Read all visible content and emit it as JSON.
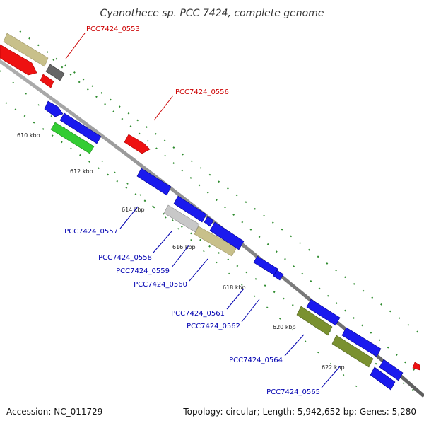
{
  "title": "Cyanothece sp. PCC 7424, complete genome",
  "footer": {
    "accession": "Accession: NC_011729",
    "summary": "Topology: circular; Length: 5,942,652 bp; Genes: 5,280"
  },
  "colors": {
    "backbone": "#8c8c8c",
    "tick": "#2e8b2e",
    "label_red": "#cc0000",
    "label_blue": "#0000b0",
    "gene_blue": "#1a1aee",
    "gene_red": "#ee1111",
    "gene_tan": "#c8c08a",
    "gene_gray": "#666666",
    "gene_lightgray": "#c8c8c8",
    "gene_green": "#33cc33",
    "gene_olive": "#7a9130"
  },
  "scale_labels": [
    "610 kbp",
    "612 kbp",
    "614 kbp",
    "616 kbp",
    "618 kbp",
    "620 kbp",
    "622 kbp"
  ],
  "gene_labels": {
    "red": [
      "PCC7424_0553",
      "PCC7424_0556"
    ],
    "blue": [
      "PCC7424_0557",
      "PCC7424_0558",
      "PCC7424_0559",
      "PCC7424_0560",
      "PCC7424_0561",
      "PCC7424_0562",
      "PCC7424_0564",
      "PCC7424_0565"
    ]
  }
}
